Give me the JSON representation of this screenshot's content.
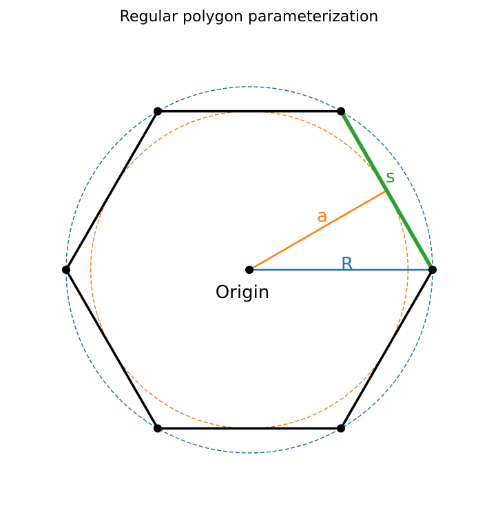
{
  "title": "Regular polygon parameterization",
  "chart_data": {
    "type": "diagram",
    "n_sides": 6,
    "circumradius": 1,
    "apothem": 0.866,
    "labels": {
      "circumradius": "R",
      "apothem": "a",
      "side": "s",
      "center": "Origin"
    },
    "colors": {
      "polygon": "#000000",
      "circumcircle": "#1f77b4",
      "incircle": "#ff7f0e",
      "radius": "#1f77b4",
      "apothem": "#ff7f0e",
      "side": "#2ca02c"
    }
  }
}
